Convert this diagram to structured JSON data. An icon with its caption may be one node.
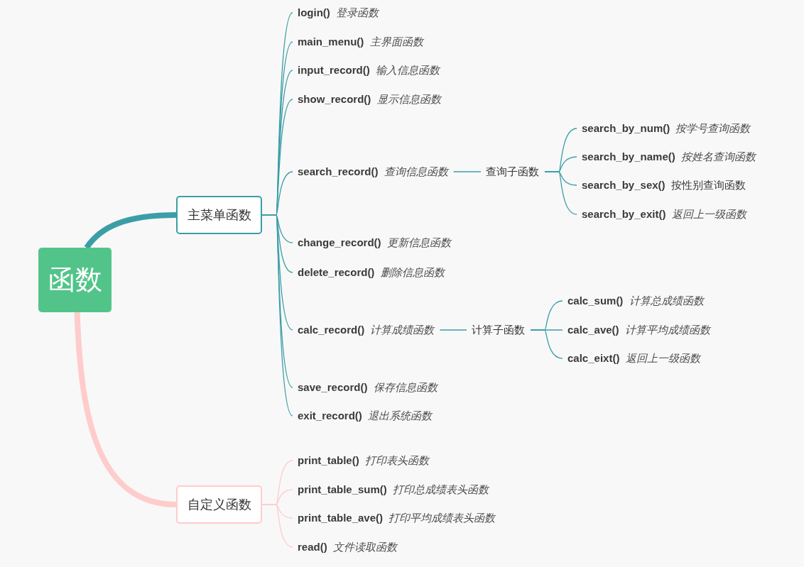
{
  "diagram": {
    "nodes": [
      {
        "text": [
          "函数"
        ]
      },
      {
        "text": [
          "主菜单函数"
        ]
      },
      {
        "text": [
          "**login()** *登录函数*"
        ]
      },
      {
        "text": [
          "**main_menu()** *主界面函数*"
        ]
      },
      {
        "text": [
          "**input_record()** *输入信息函数*"
        ]
      },
      {
        "text": [
          "**show_record()** *显示信息函数*"
        ]
      },
      {
        "text": [
          "**search_record()** *查询信息函数*"
        ]
      },
      {
        "text": [
          "查询子函数"
        ]
      },
      {
        "text": [
          "**search_by_num()** *按学号查询函数*"
        ]
      },
      {
        "text": [
          "**search_by_name()** *按姓名查询函数*"
        ]
      },
      {
        "text": [
          "**search_by_sex()** 按性别查询函数"
        ]
      },
      {
        "text": [
          "**search_by_exit()** *返回上一级函数*"
        ]
      },
      {
        "text": [
          "**change_record()** *更新信息函数*"
        ]
      },
      {
        "text": [
          "**delete_record()** *删除信息函数*"
        ]
      },
      {
        "text": [
          "**calc_record()** *计算成绩函数*"
        ]
      },
      {
        "text": [
          "计算子函数"
        ]
      },
      {
        "text": [
          "**calc_sum()** *计算总成绩函数*"
        ]
      },
      {
        "text": [
          "**calc_ave()** *计算平均成绩函数*"
        ]
      },
      {
        "text": [
          "**calc_eixt()** *返回上一级函数*"
        ]
      },
      {
        "text": [
          "**save_record()** *保存信息函数*"
        ]
      },
      {
        "text": [
          "**exit_record()** *退出系统函数*"
        ]
      },
      {
        "text": [
          "自定义函数"
        ]
      },
      {
        "text": [
          "**print_table()** *打印表头函数*"
        ]
      },
      {
        "text": [
          "**print_table_sum()** *打印总成绩表头函数*"
        ]
      },
      {
        "text": [
          "**print_table_ave()** *打印平均成绩表头函数*"
        ]
      },
      {
        "text": [
          "**read()** *文件读取函数*"
        ]
      }
    ],
    "edges": [
      {
        "from": 0,
        "to": 1,
        "arrow": "none",
        "style": "thick"
      },
      {
        "from": 0,
        "to": 21,
        "arrow": "none",
        "style": "thick",
        "color": "#ffcccc"
      },
      {
        "from": 1,
        "to": 2,
        "arrow": "none"
      },
      {
        "from": 1,
        "to": 3,
        "arrow": "none"
      },
      {
        "from": 1,
        "to": 4,
        "arrow": "none"
      },
      {
        "from": 1,
        "to": 5,
        "arrow": "none"
      },
      {
        "from": 1,
        "to": 6,
        "arrow": "none"
      },
      {
        "from": 1,
        "to": 12,
        "arrow": "none"
      },
      {
        "from": 1,
        "to": 13,
        "arrow": "none"
      },
      {
        "from": 1,
        "to": 14,
        "arrow": "none"
      },
      {
        "from": 1,
        "to": 19,
        "arrow": "none"
      },
      {
        "from": 1,
        "to": 20,
        "arrow": "none"
      },
      {
        "from": 6,
        "to": 7,
        "arrow": "none"
      },
      {
        "from": 7,
        "to": 8,
        "arrow": "none"
      },
      {
        "from": 7,
        "to": 9,
        "arrow": "none"
      },
      {
        "from": 7,
        "to": 10,
        "arrow": "none"
      },
      {
        "from": 7,
        "to": 11,
        "arrow": "none"
      },
      {
        "from": 14,
        "to": 15,
        "arrow": "none"
      },
      {
        "from": 15,
        "to": 16,
        "arrow": "none"
      },
      {
        "from": 15,
        "to": 17,
        "arrow": "none"
      },
      {
        "from": 15,
        "to": 18,
        "arrow": "none"
      },
      {
        "from": 21,
        "to": 22,
        "arrow": "none",
        "color": "#ffcccc"
      },
      {
        "from": 21,
        "to": 23,
        "arrow": "none",
        "color": "#ffcccc"
      },
      {
        "from": 21,
        "to": 24,
        "arrow": "none",
        "color": "#ffcccc"
      },
      {
        "from": 21,
        "to": 25,
        "arrow": "none",
        "color": "#ffcccc"
      }
    ]
  }
}
